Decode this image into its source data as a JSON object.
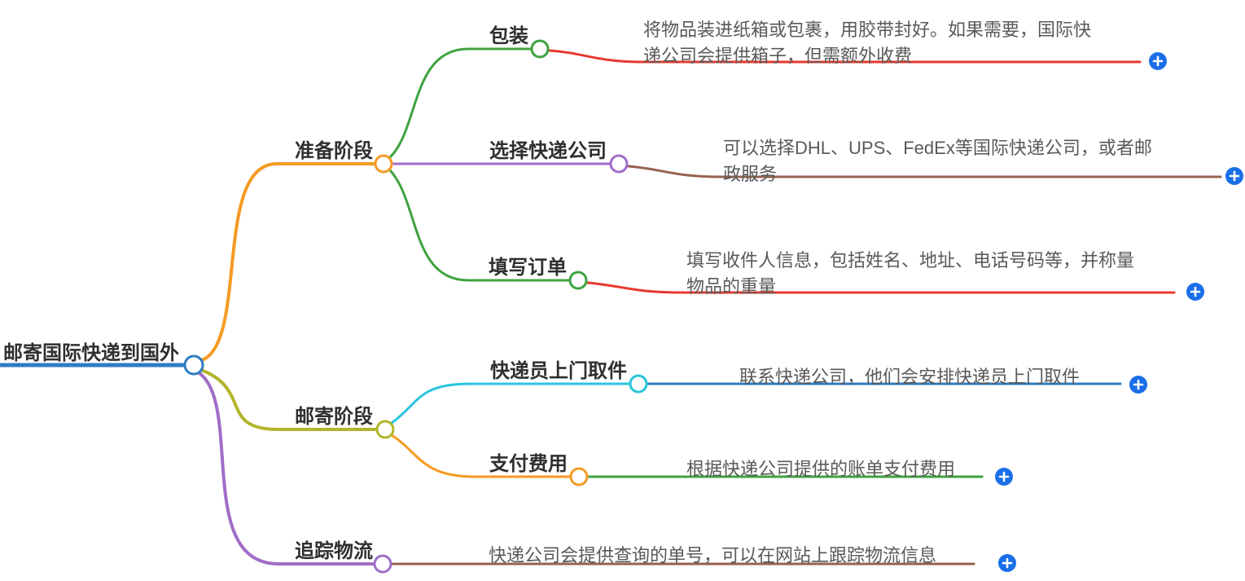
{
  "colors": {
    "root_blue": "#2d7dc1",
    "orange": "#f59a23",
    "green": "#3fa33f",
    "purple": "#a06dc8",
    "olive": "#b2b52c",
    "cyan": "#29c5de",
    "red": "#e8392e",
    "brown": "#96624f",
    "link_blue": "#2d7dc1",
    "plus_blue": "#1a6fe8"
  },
  "mindmap": {
    "root": {
      "label": "邮寄国际快递到国外"
    },
    "branches": [
      {
        "label": "准备阶段",
        "children": [
          {
            "label": "包装",
            "desc": "将物品装进纸箱或包裹，用胶带封好。如果需要，国际快递公司会提供箱子，但需额外收费"
          },
          {
            "label": "选择快递公司",
            "desc": "可以选择DHL、UPS、FedEx等国际快递公司，或者邮政服务"
          },
          {
            "label": "填写订单",
            "desc": "填写收件人信息，包括姓名、地址、电话号码等，并称量物品的重量"
          }
        ]
      },
      {
        "label": "邮寄阶段",
        "children": [
          {
            "label": "快递员上门取件",
            "desc": "联系快递公司，他们会安排快递员上门取件"
          },
          {
            "label": "支付费用",
            "desc": "根据快递公司提供的账单支付费用"
          }
        ]
      },
      {
        "label": "追踪物流",
        "desc": "快递公司会提供查询的单号，可以在网站上跟踪物流信息"
      }
    ]
  }
}
